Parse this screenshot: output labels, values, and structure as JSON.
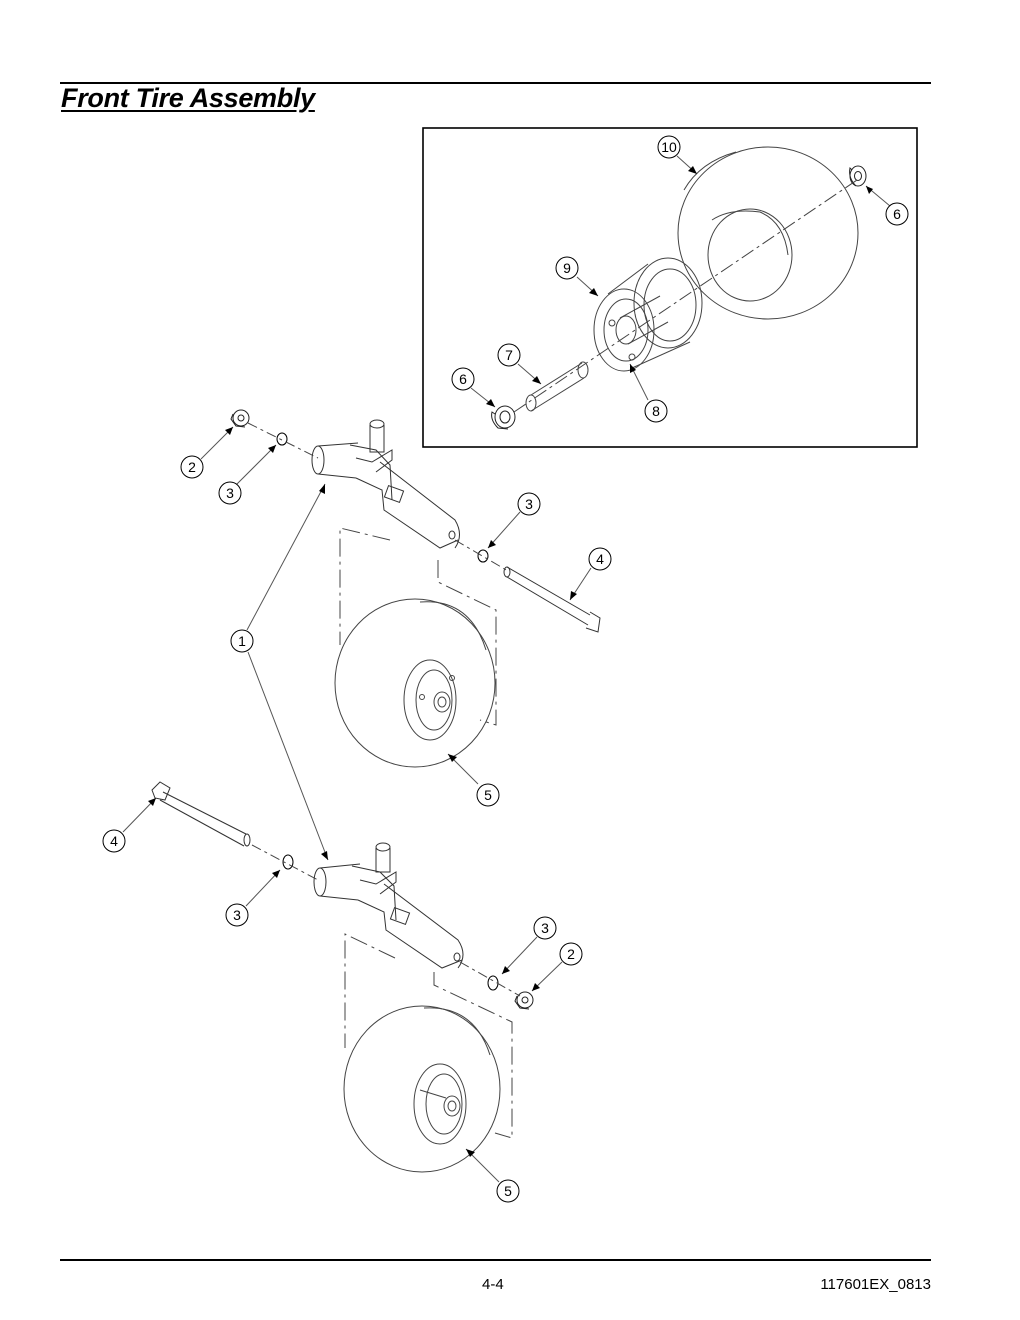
{
  "page": {
    "title": "Front Tire Assembly",
    "page_number": "4-4",
    "doc_code": "117601EX_0813"
  },
  "callouts": {
    "c10": "10",
    "c6_inset_right": "6",
    "c9": "9",
    "c7": "7",
    "c6_inset_left": "6",
    "c8": "8",
    "c2_top": "2",
    "c3_top_left": "3",
    "c3_top_right": "3",
    "c4_top": "4",
    "c1": "1",
    "c5_top": "5",
    "c4_bottom": "4",
    "c3_bottom_left": "3",
    "c3_bottom_right": "3",
    "c2_bottom": "2",
    "c5_bottom": "5"
  }
}
